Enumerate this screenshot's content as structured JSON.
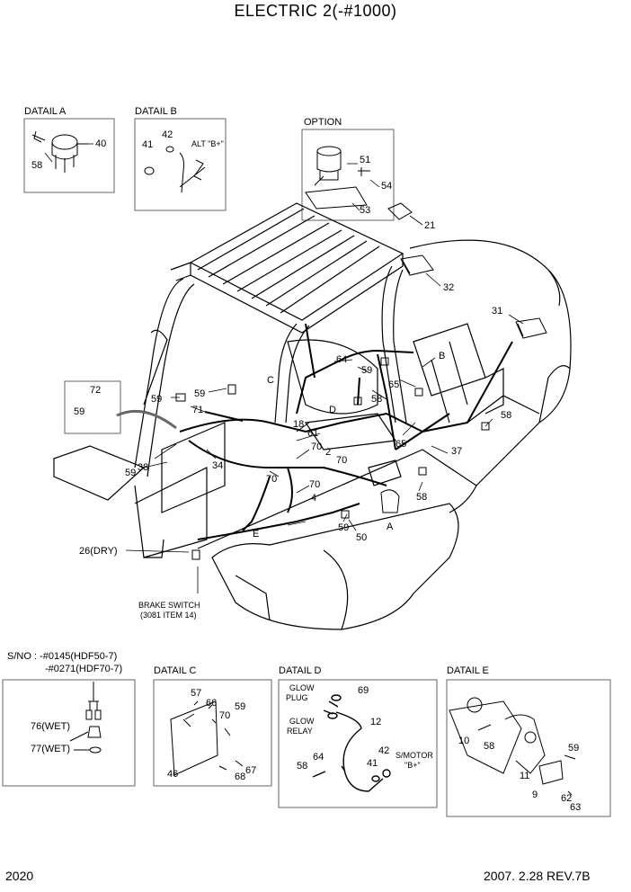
{
  "title": "ELECTRIC 2(-#1000)",
  "details": {
    "a": "DATAIL A",
    "b": "DATAIL B",
    "option": "OPTION",
    "c": "DATAIL C",
    "d": "DATAIL D",
    "e": "DATAIL E"
  },
  "notes": {
    "alt_b": "ALT \"B+\"",
    "brake1": "BRAKE SWITCH",
    "brake2": "(3081 ITEM 14)",
    "sno1": "S/NO : -#0145(HDF50-7)",
    "sno2": "-#0271(HDF70-7)",
    "glow_plug1": "GLOW",
    "glow_plug2": "PLUG",
    "glow_relay1": "GLOW",
    "glow_relay2": "RELAY",
    "smotor1": "S/MOTOR",
    "smotor2": "\"B+\""
  },
  "letters": {
    "A": "A",
    "B": "B",
    "C": "C",
    "D": "D",
    "E": "E"
  },
  "parts": {
    "p40": "40",
    "p58a": "58",
    "p41a": "41",
    "p42a": "42",
    "p51": "51",
    "p54": "54",
    "p53": "53",
    "p21": "21",
    "p32": "32",
    "p31": "31",
    "p72": "72",
    "p59a": "59",
    "p59b": "59",
    "p59c": "59",
    "p71": "71",
    "p64a": "64",
    "p59d": "59",
    "p65a": "65",
    "p58b": "58",
    "p18": "18",
    "p61": "61",
    "p70a": "70",
    "p2": "2",
    "p70b": "70",
    "p65b": "65",
    "p37": "37",
    "p58c": "58",
    "p34": "34",
    "p38": "38",
    "p59e": "59",
    "p70c": "70",
    "p70d": "70",
    "p4": "4",
    "p58d": "58",
    "p59f": "59",
    "p50": "50",
    "p26": "26(DRY)",
    "p76": "76(WET)",
    "p77": "77(WET)",
    "p57": "57",
    "p66": "66",
    "p70e": "70",
    "p59g": "59",
    "p46": "46",
    "p68": "68",
    "p67": "67",
    "p69": "69",
    "p12": "12",
    "p64b": "64",
    "p58e": "58",
    "p41b": "41",
    "p42b": "42",
    "p10": "10",
    "p58f": "58",
    "p59h": "59",
    "p11": "11",
    "p9": "9",
    "p62": "62",
    "p63": "63"
  },
  "footer": {
    "page": "2020",
    "rev": "2007. 2.28 REV.7B"
  }
}
